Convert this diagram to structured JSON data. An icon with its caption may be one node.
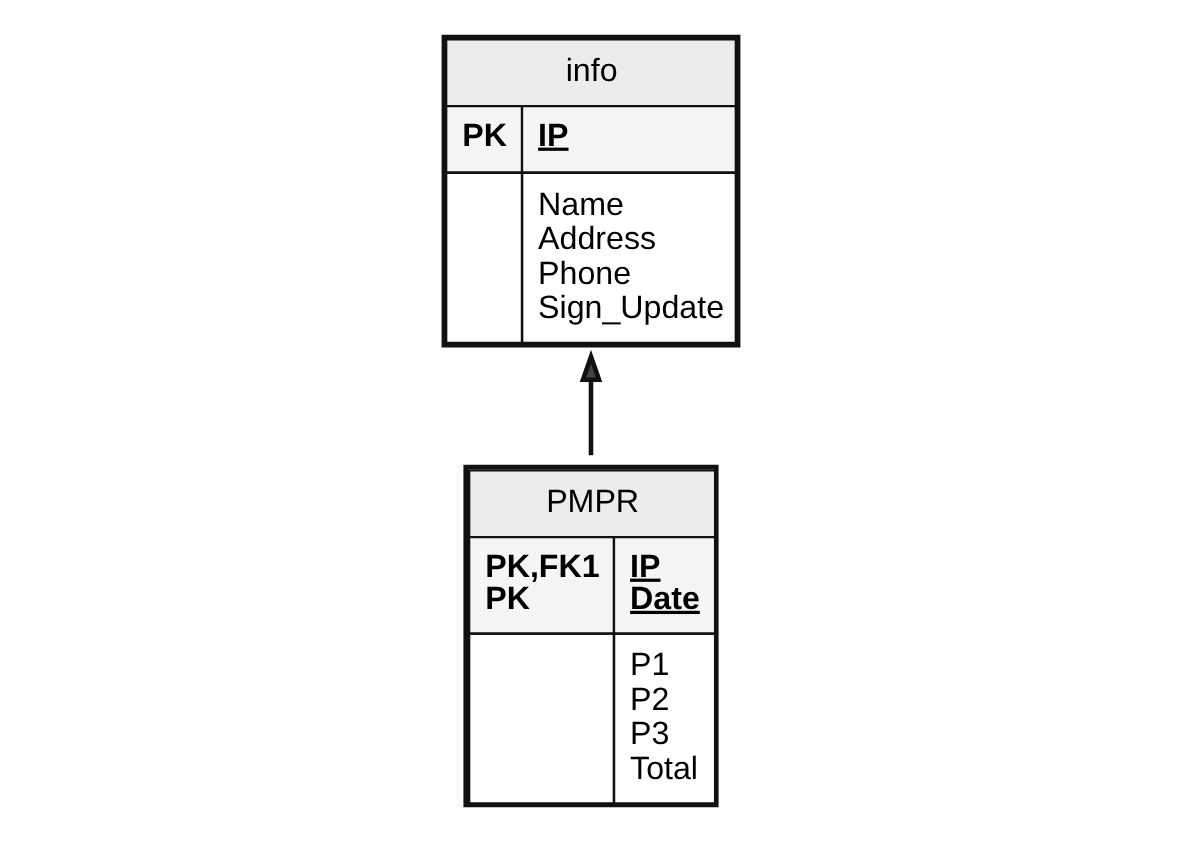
{
  "diagram": {
    "nodes": [
      {
        "text": [
          "info",
          "PK",
          "IP",
          "Name",
          "Address",
          "Phone",
          "Sign_Update"
        ]
      },
      {
        "text": [
          "PMPR",
          "PK,FK1",
          "PK",
          "IP",
          "Date",
          "P1",
          "P2",
          "P3",
          "Total"
        ]
      }
    ],
    "edges": [
      {
        "from": 1,
        "to": 0,
        "arrow": "to"
      }
    ]
  }
}
